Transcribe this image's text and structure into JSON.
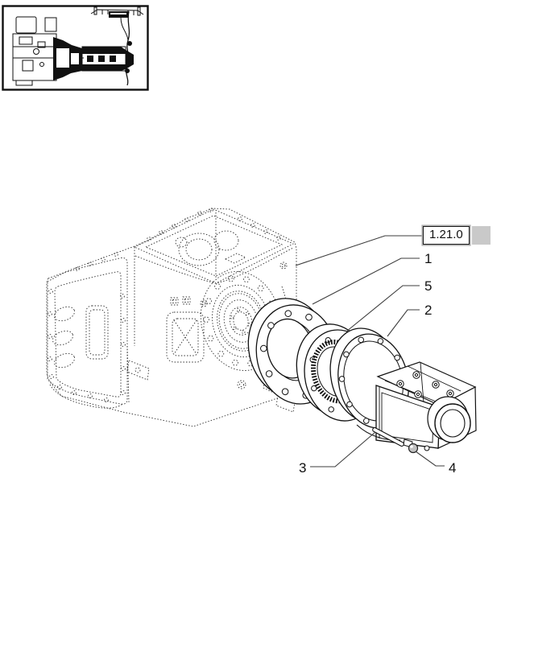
{
  "reference_tab": {
    "label": "1.21.0",
    "highlight_color": "#c9c9c9"
  },
  "callouts": [
    {
      "label": "1"
    },
    {
      "label": "5"
    },
    {
      "label": "2"
    },
    {
      "label": "3"
    },
    {
      "label": "4"
    }
  ],
  "colors": {
    "solid_line": "#111111",
    "hidden_line": "#2f2f2f",
    "leader_line": "#3d3d3d",
    "highlight": "#c9c9c9",
    "text": "#111111",
    "ball_fill": "#c2c2c2"
  }
}
